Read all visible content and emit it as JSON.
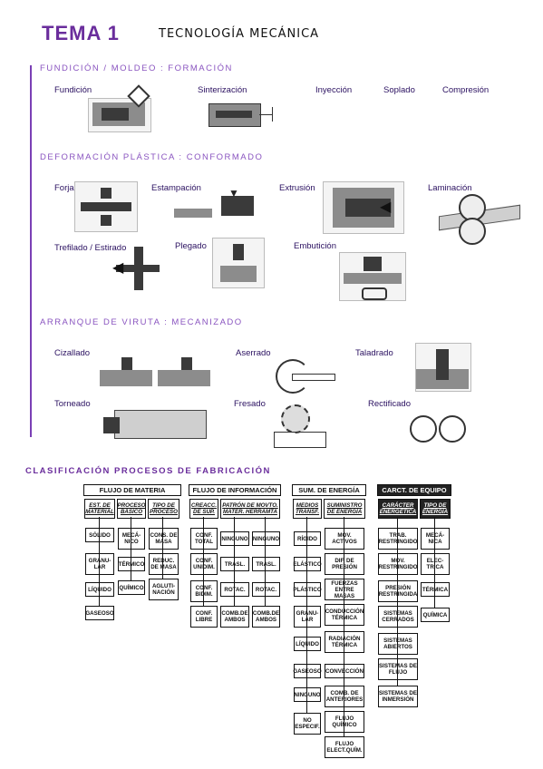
{
  "header": {
    "title": "TEMA 1",
    "subtitle": "TECNOLOGÍA MECÁNICA"
  },
  "sections": {
    "fundicion": {
      "title": "FUNDICIÓN / MOLDEO : FORMACIÓN",
      "items": [
        "Fundición",
        "Sinterización",
        "Inyección",
        "Soplado",
        "Compresión"
      ]
    },
    "deformacion": {
      "title": "DEFORMACIÓN PLÁSTICA : CONFORMADO",
      "items": [
        "Forja",
        "Estampación",
        "Extrusión",
        "Laminación",
        "Trefilado / Estirado",
        "Plegado",
        "Embutición"
      ]
    },
    "arranque": {
      "title": "ARRANQUE DE VIRUTA : MECANIZADO",
      "items": [
        "Cizallado",
        "Aserrado",
        "Taladrado",
        "Torneado",
        "Fresado",
        "Rectificado"
      ]
    }
  },
  "classification_title": "CLASIFICACIÓN PROCESOS DE FABRICACIÓN",
  "table": {
    "flujo_materia": {
      "header": "FLUJO DE MATERIA",
      "subheaders": [
        "EST. DE MATERIAL",
        "PROCESO BÁSICO",
        "TIPO DE PROCESO"
      ],
      "col1": [
        "SÓLIDO",
        "GRANU-LAR",
        "LÍQUIDO",
        "GASEOSO"
      ],
      "col2": [
        "MECÁ-NICO",
        "TÉRMICO",
        "QUÍMICO"
      ],
      "col3": [
        "CONS. DE MASA",
        "REDUC. DE MASA",
        "AGLUTI-NACIÓN"
      ]
    },
    "flujo_informacion": {
      "header": "FLUJO DE INFORMACIÓN",
      "subheaders": [
        "CREACC. DE SUP.",
        "PATRÓN DE MOVTO. MATER. HERRAMTA"
      ],
      "col1": [
        "CONF. TOTAL",
        "CONF. UNIDIM.",
        "CONF. BIDIM.",
        "CONF. LIBRE"
      ],
      "col2": [
        "NINGUNO",
        "TRASL.",
        "ROTAC.",
        "COMB.DE AMBOS"
      ],
      "col3": [
        "NINGUNO",
        "TRASL.",
        "ROTAC.",
        "COMB.DE AMBOS"
      ]
    },
    "sum_energia": {
      "header": "SUM. DE ENERGÍA",
      "subheaders": [
        "MEDIOS TRANSF.",
        "SUMINISTRO DE ENERGÍA"
      ],
      "col1": [
        "RÍGIDO",
        "ELÁSTICO",
        "PLÁSTICO",
        "GRANU-LAR",
        "LÍQUIDO",
        "GASEOSO",
        "NINGUNO",
        "NO ESPECIF."
      ],
      "col2": [
        "MOV. ACTIVOS",
        "DIF. DE PRESIÓN",
        "FUERZAS ENTRE MASAS",
        "CONDUCCIÓN TÉRMICA",
        "RADIACIÓN TÉRMICA",
        "CONVECCIÓN",
        "COMB. DE ANTERIORES",
        "FLUJO QUÍMICO",
        "FLUJO ELECT.QUÍM."
      ]
    },
    "carct_equipo": {
      "header": "CARCT. DE EQUIPO",
      "subheaders": [
        "CARÁCTER ENERGÉTICA",
        "TIPO DE ENERGÍA"
      ],
      "col1": [
        "TRAB. RESTRINGIDO",
        "MOV. RESTRINGIDO",
        "PRESIÓN RESTRINGIDA",
        "SISTEMAS CERRADOS",
        "SISTEMAS ABIERTOS",
        "SISTEMAS DE FLUJO",
        "SISTEMAS DE INMERSIÓN"
      ],
      "col2": [
        "MECÁ-NICA",
        "ELEC-TRICA",
        "TÉRMICA",
        "QUÍMICA"
      ]
    }
  },
  "colors": {
    "accent": "#6a2d9c",
    "section": "#8a55c0"
  }
}
